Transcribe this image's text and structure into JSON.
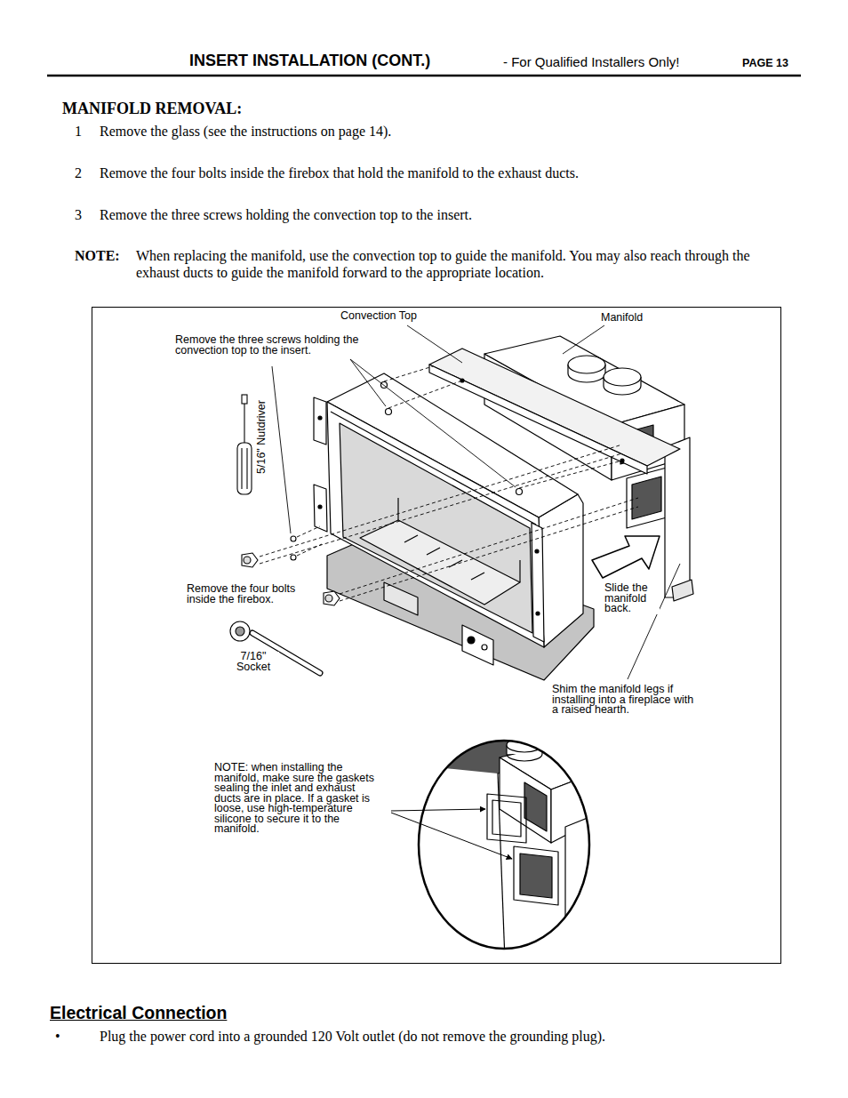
{
  "diagram": {
    "title": "INSERT INSTALLATION (CONT.)",
    "labels": [
      "- For Qualified Installers Only!",
      "PAGE 13",
      "MANIFOLD REMOVAL:",
      "1",
      "Remove the glass (see the instructions on page 14).",
      "2",
      "Remove the four bolts inside the firebox that hold the manifold to the exhaust ducts.",
      "3",
      "Remove the three screws holding the convection top to the insert.",
      "NOTE:",
      "When replacing the manifold, use the convection top to guide the manifold.  You may also reach through the exhaust ducts to guide the manifold forward to the appropriate location.",
      "Convection Top",
      "Manifold",
      "Remove the three screws holding the convection top to the insert.",
      "5/16\" Nutdriver",
      "Remove the four bolts inside the firebox.",
      "7/16\" Socket",
      "Slide the manifold back.",
      "Shim the manifold legs if installing into a fireplace with a raised hearth.",
      "NOTE: when installing the manifold, make sure the gaskets sealing the inlet and exhaust ducts are in place.  If a gasket is loose, use high-temperature silicone to secure it to the manifold.",
      "Electrical Connection",
      "•",
      "Plug the power cord into a grounded 120 Volt outlet (do not remove the grounding plug)."
    ]
  }
}
